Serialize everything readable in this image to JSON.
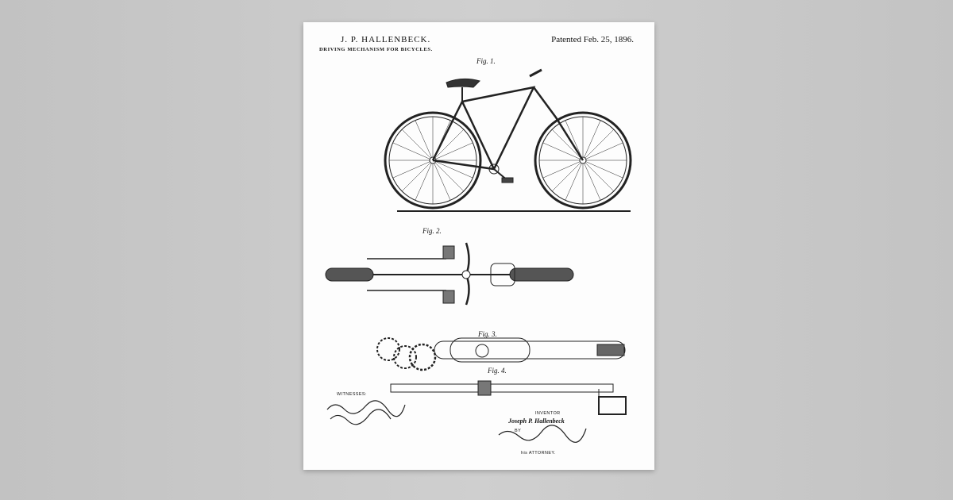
{
  "poster": {
    "inventor_name": "J. P. HALLENBECK.",
    "invention_title": "DRIVING MECHANISM FOR BICYCLES.",
    "patent_date": "Patented Feb. 25, 1896.",
    "figure_labels": [
      "Fig. 1.",
      "Fig. 2.",
      "Fig. 3.",
      "Fig. 4."
    ],
    "witnesses_label": "WITNESSES:",
    "inventor_label": "INVENTOR",
    "inventor_signature": "Joseph P. Hallenbeck",
    "by_label": "BY",
    "attorney_label": "his ATTORNEY.",
    "witness_signatures": [
      "Gustav Dietrich",
      "John Hallenbeck"
    ],
    "attorney_signature": "Augustus Dietrich"
  }
}
